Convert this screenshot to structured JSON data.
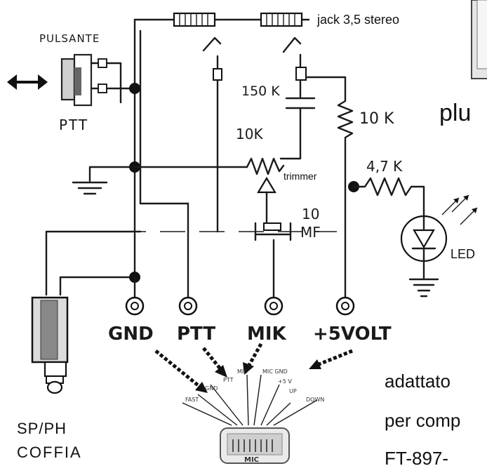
{
  "labels": {
    "pulsante": "PULSANTE",
    "ptt_switch": "PTT",
    "jack": "jack 3,5 stereo",
    "r150": "150 K",
    "r10k_right": "10 K",
    "r10k_trim": "10K",
    "trimmer": "trimmer",
    "r47": "4,7 K",
    "cap_value": "10",
    "cap_unit": "MF",
    "led": "LED",
    "pin_gnd": "GND",
    "pin_ptt": "PTT",
    "pin_mik": "MIK",
    "pin_5v": "+5VOLT",
    "plug_word": "plu",
    "spph": "SP/PH",
    "coffia": "COFFIA",
    "adattatore": "adattato",
    "per_comp": "per comp",
    "model": "FT-897-"
  },
  "connector": {
    "mic": "MIC",
    "pins": [
      "FAST",
      "GND",
      "PTT",
      "MIC",
      "MIC GND",
      "+5 V",
      "UP",
      "DOWN"
    ]
  }
}
